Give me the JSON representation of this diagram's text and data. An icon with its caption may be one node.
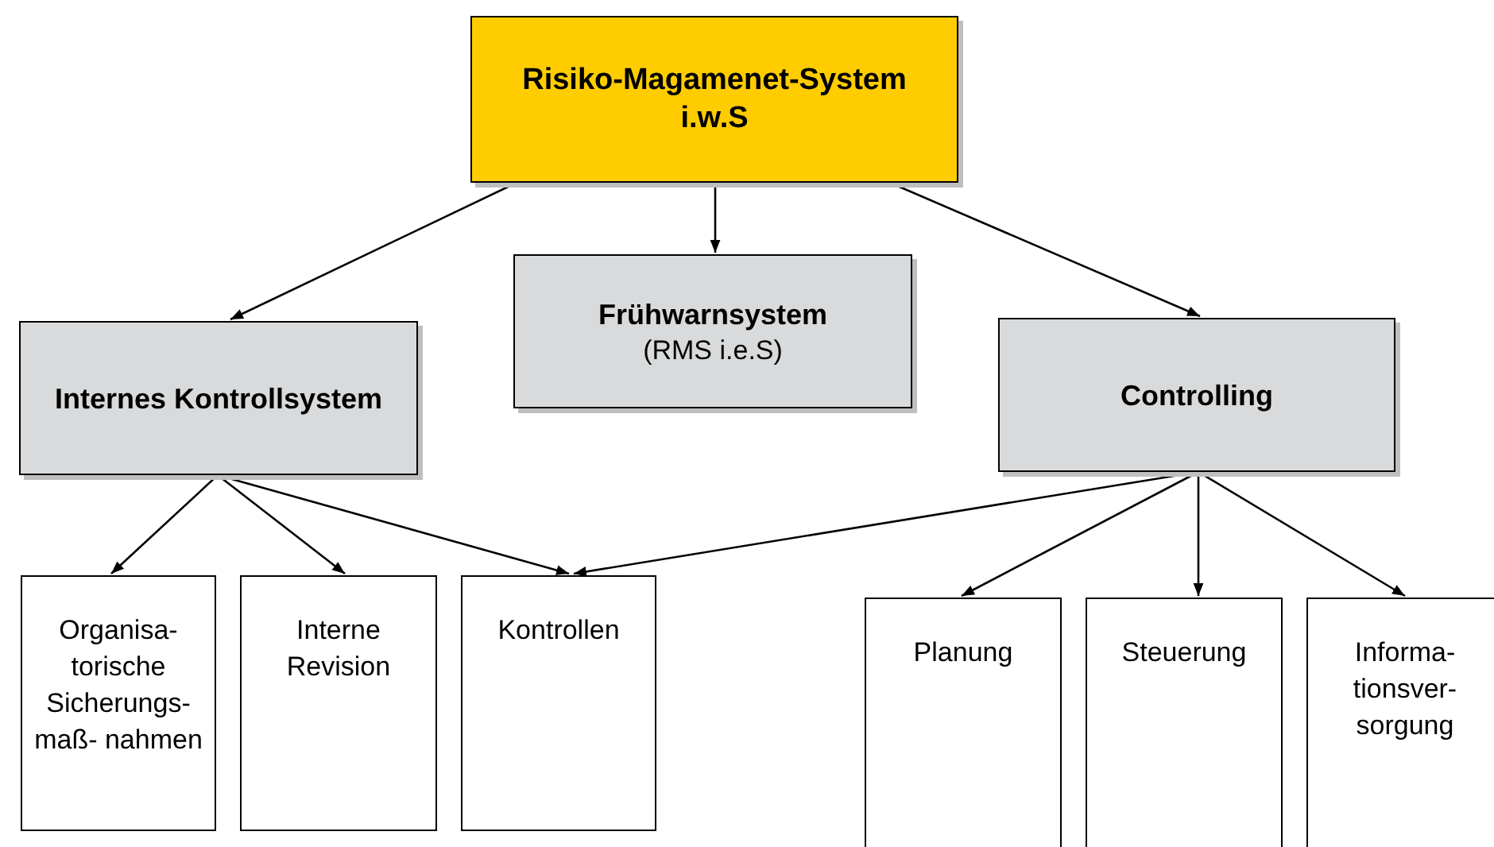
{
  "diagram": {
    "nodes": [
      {
        "text": [
          "Risiko-Magamenet-System i.w.S"
        ]
      },
      {
        "text": [
          "Frühwarnsystem",
          "(RMS i.e.S)"
        ]
      },
      {
        "text": [
          "Internes Kontrollsystem"
        ]
      },
      {
        "text": [
          "Controlling"
        ]
      },
      {
        "text": [
          "Organisa- torische Sicherungs- maß- nahmen"
        ]
      },
      {
        "text": [
          "Interne Revision"
        ]
      },
      {
        "text": [
          "Kontrollen"
        ]
      },
      {
        "text": [
          "Planung"
        ]
      },
      {
        "text": [
          "Steuerung"
        ]
      },
      {
        "text": [
          "Informa- tionsver- sorgung"
        ]
      }
    ],
    "edges": [
      {
        "from": 0,
        "to": 2,
        "arrow": "to"
      },
      {
        "from": 0,
        "to": 1,
        "arrow": "to"
      },
      {
        "from": 0,
        "to": 3,
        "arrow": "to"
      },
      {
        "from": 2,
        "to": 4,
        "arrow": "to"
      },
      {
        "from": 2,
        "to": 5,
        "arrow": "to"
      },
      {
        "from": 2,
        "to": 6,
        "arrow": "to"
      },
      {
        "from": 3,
        "to": 6,
        "arrow": "to"
      },
      {
        "from": 3,
        "to": 7,
        "arrow": "to"
      },
      {
        "from": 3,
        "to": 8,
        "arrow": "to"
      },
      {
        "from": 3,
        "to": 9,
        "arrow": "to"
      }
    ]
  }
}
